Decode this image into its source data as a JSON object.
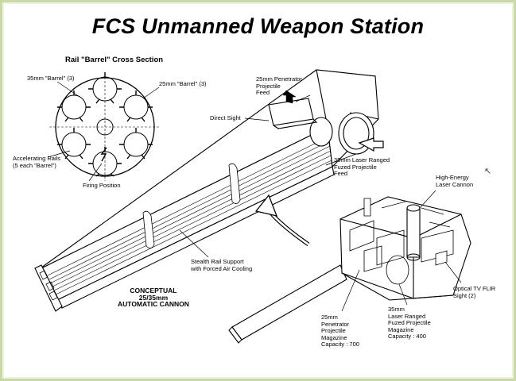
{
  "title": "FCS Unmanned Weapon Station",
  "cross_section": {
    "heading": "Rail \"Barrel\" Cross Section",
    "label_35mm": "35mm \"Barrel\" (3)",
    "label_25mm": "25mm \"Barrel\" (3)",
    "label_rails": "Accelerating Rails\n(5 each \"Barrel\")",
    "label_firing": "Firing Position"
  },
  "cannon_labels": {
    "penetrator_feed": "25mm Penetrator\nProjectile\nFeed",
    "direct_sight": "Direct Sight",
    "laser_feed": "35mm Laser Ranged\nFuzed Projectile\nFeed",
    "stealth_rail": "Stealth Rail Support\nwith Forced Air Cooling",
    "conceptual": "CONCEPTUAL\n25/35mm\nAUTOMATIC CANNON"
  },
  "turret_labels": {
    "laser_cannon": "High-Energy\nLaser Cannon",
    "optical_sight": "Optical TV FLIR\nSight (2)",
    "penetrator_mag": "25mm\nPenetrator\nProjectile\nMagazine\nCapacity : 700",
    "laser_mag": "35mm\nLaser Ranged\nFuzed Projectile\nMagazine\nCapacity : 400"
  },
  "icons": {
    "cursor": "mouse-cursor-icon"
  }
}
